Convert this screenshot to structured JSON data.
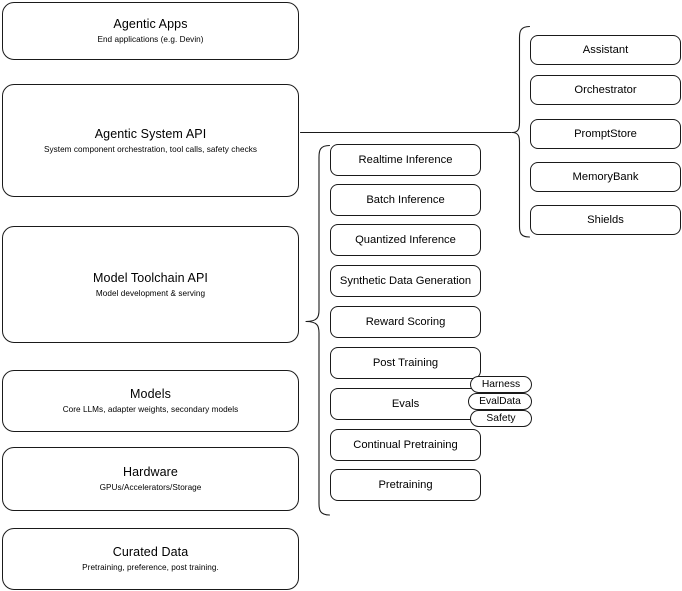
{
  "diagram": {
    "title_hidden": "",
    "stroke_color": "#1a1a1a",
    "background_color": "#ffffff",
    "layers": [
      {
        "title": "Agentic Apps",
        "sub": "End applications (e.g. Devin)"
      },
      {
        "title": "Agentic System API",
        "sub": "System component orchestration, tool calls, safety checks"
      },
      {
        "title": "Model Toolchain API",
        "sub": "Model development & serving"
      },
      {
        "title": "Models",
        "sub": "Core LLMs, adapter weights, secondary models"
      },
      {
        "title": "Hardware",
        "sub": "GPUs/Accelerators/Storage"
      },
      {
        "title": "Curated Data",
        "sub": "Pretraining, preference, post training."
      }
    ],
    "agentic_components": [
      {
        "title": "Assistant"
      },
      {
        "title": "Orchestrator"
      },
      {
        "title": "PromptStore"
      },
      {
        "title": "MemoryBank"
      },
      {
        "title": "Shields"
      }
    ],
    "toolchain_components": [
      {
        "title": "Realtime Inference"
      },
      {
        "title": "Batch Inference"
      },
      {
        "title": "Quantized Inference"
      },
      {
        "title": "Synthetic Data Generation"
      },
      {
        "title": "Reward Scoring"
      },
      {
        "title": "Post Training"
      },
      {
        "title": "Evals"
      },
      {
        "title": "Continual Pretraining"
      },
      {
        "title": "Pretraining"
      }
    ],
    "eval_subcomponents": [
      {
        "title": "Harness"
      },
      {
        "title": "EvalData"
      },
      {
        "title": "Safety"
      }
    ]
  }
}
